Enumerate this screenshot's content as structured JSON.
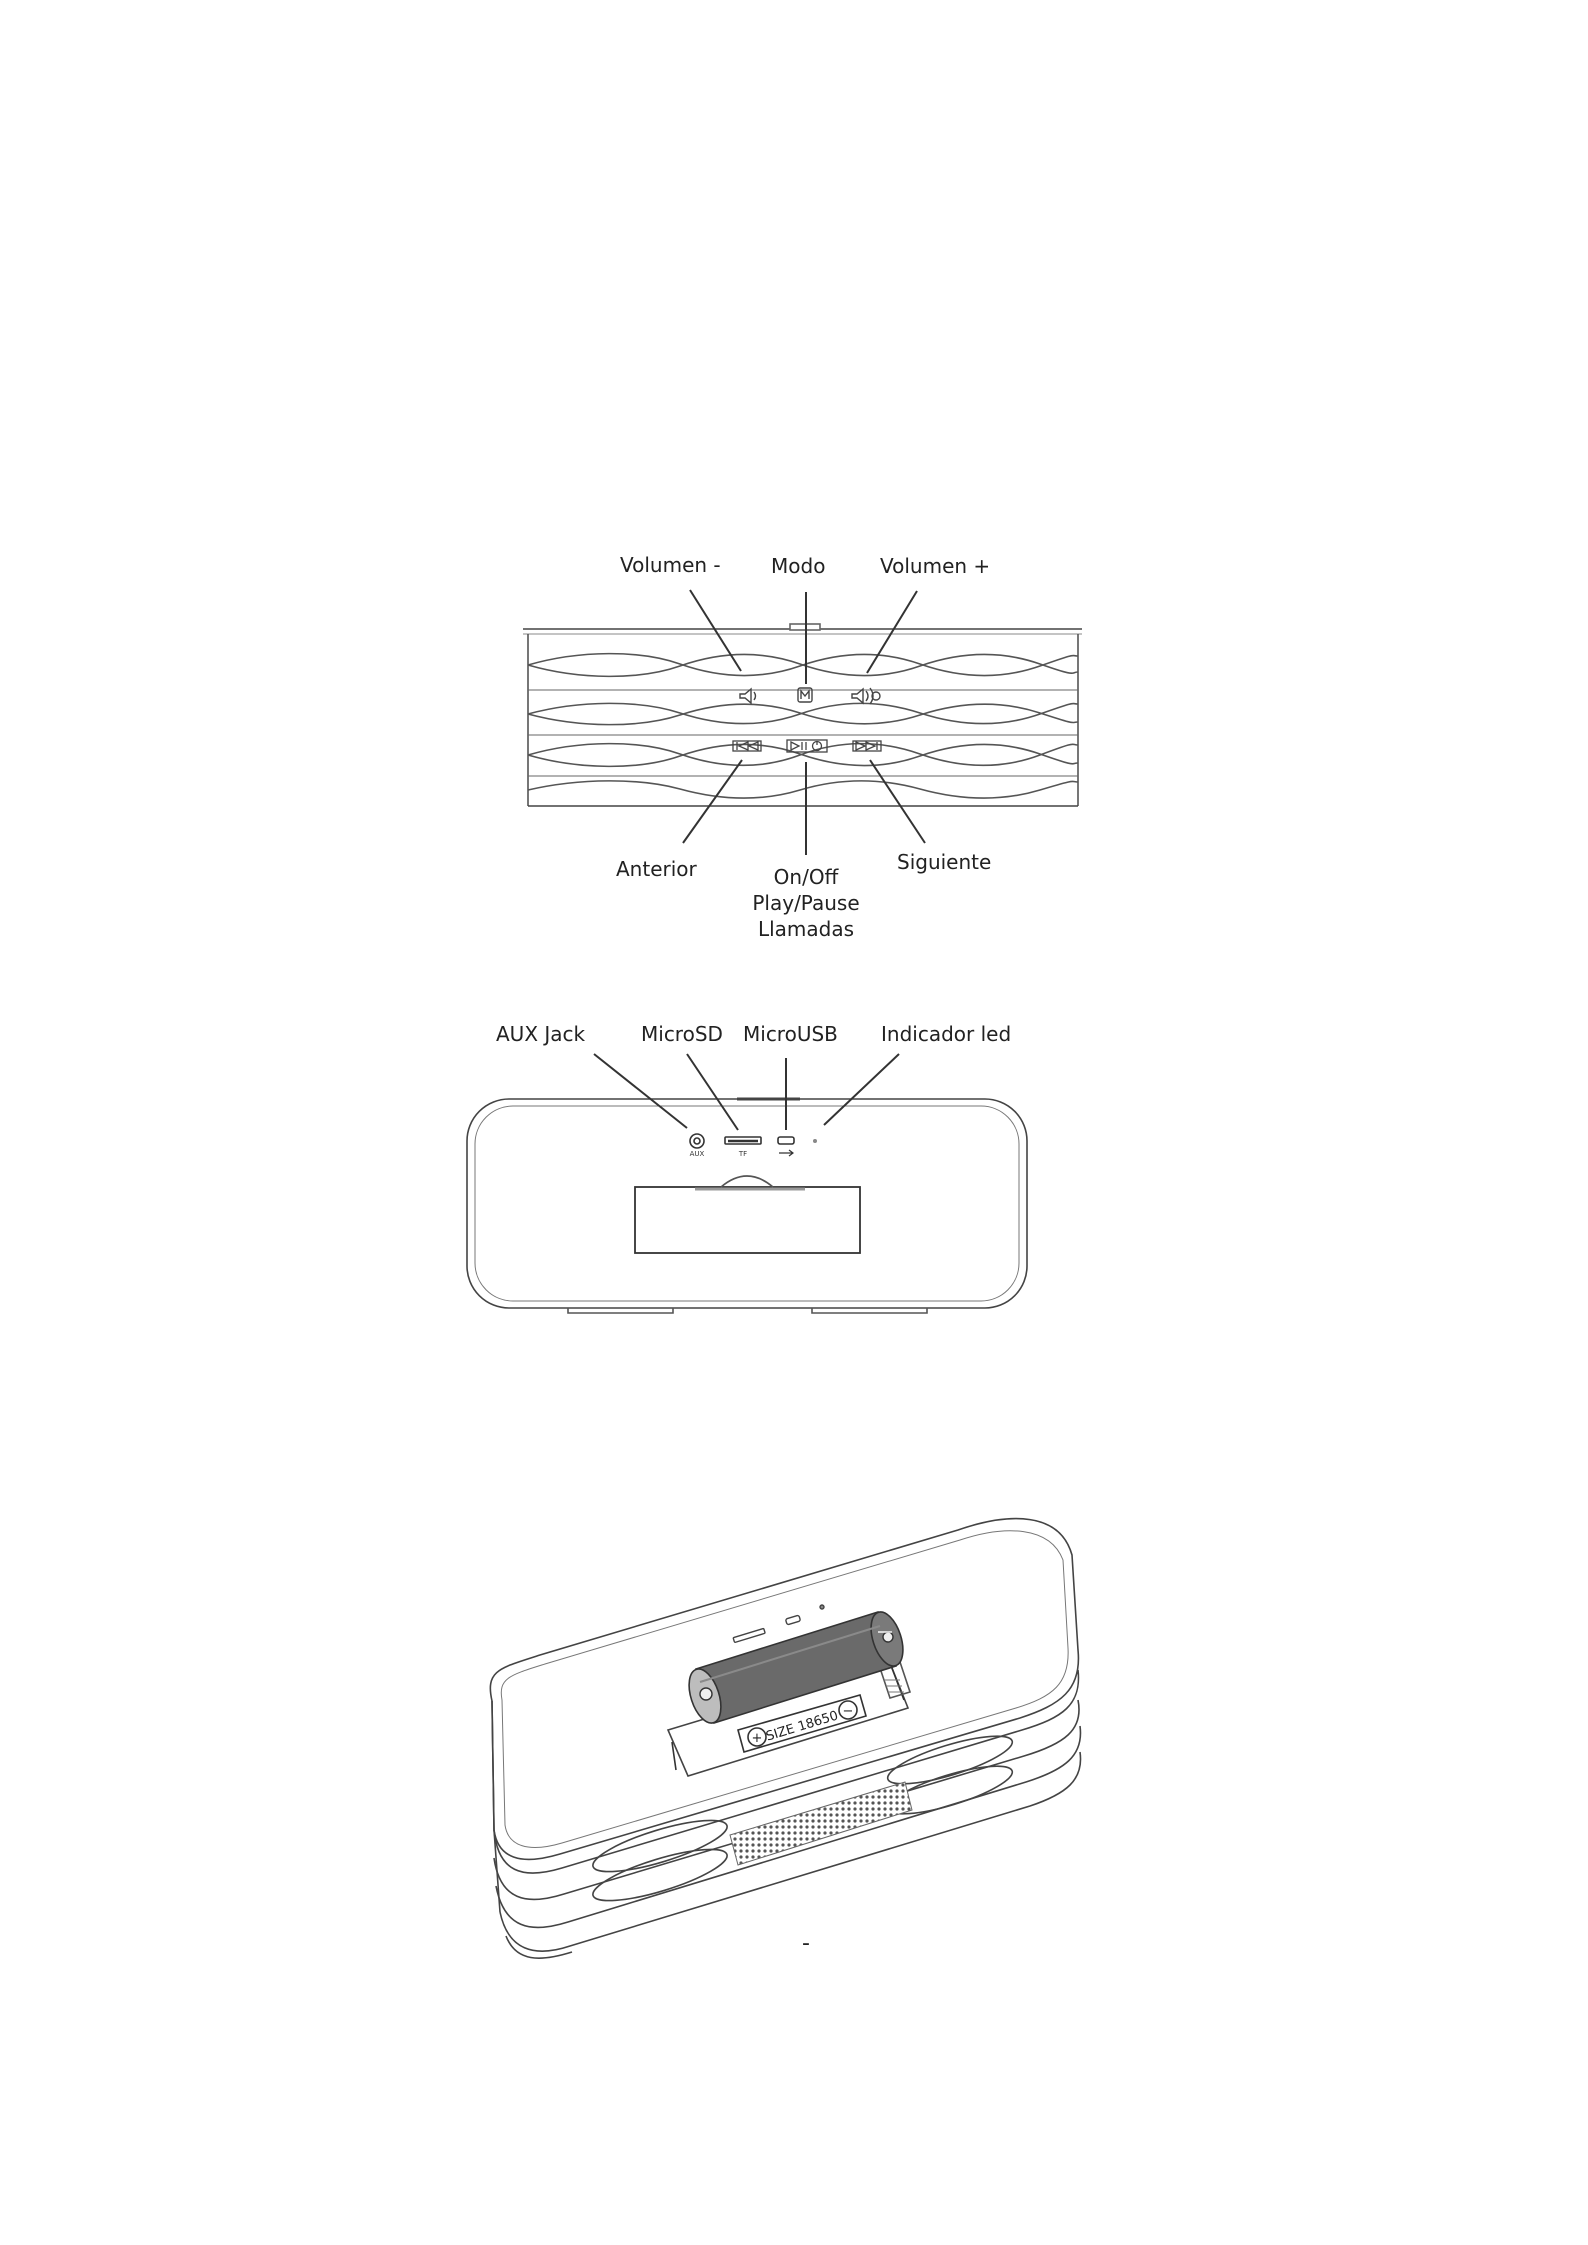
{
  "top_view": {
    "labels": {
      "volume_down": "Volumen -",
      "mode": "Modo",
      "volume_up": "Volumen +",
      "previous": "Anterior",
      "play_line1": "On/Off",
      "play_line2": "Play/Pause",
      "play_line3": "Llamadas",
      "next": "Siguiente"
    },
    "icons": [
      "volume-down-icon",
      "mode-icon",
      "volume-up-icon",
      "previous-icon",
      "play-pause-power-icon",
      "next-icon"
    ]
  },
  "back_view": {
    "labels": {
      "aux": "AUX Jack",
      "microsd": "MicroSD",
      "microusb": "MicroUSB",
      "led": "Indicador led"
    },
    "port_marks": {
      "aux": "AUX",
      "tf": "TF"
    }
  },
  "battery_view": {
    "battery_label": "SIZE 18650",
    "plus": "+",
    "minus": "−",
    "page_mark": "-"
  }
}
